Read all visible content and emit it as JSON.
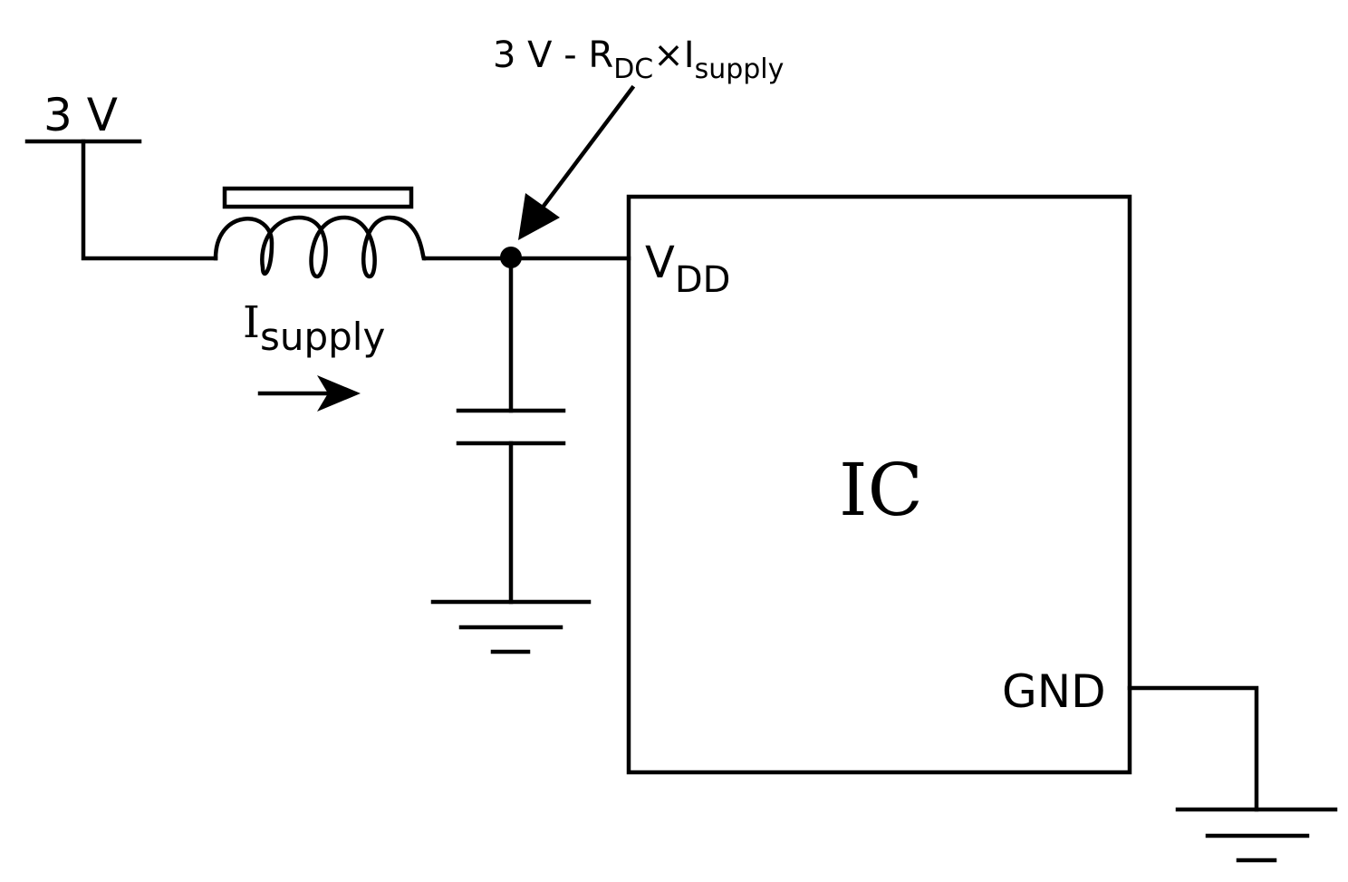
{
  "diagram": {
    "type": "circuit-schematic",
    "supply": {
      "label": "3 V"
    },
    "node_annotation": {
      "prefix": "3 V - R",
      "r_subscript": "DC",
      "times": "×I",
      "i_subscript": "supply"
    },
    "inductor": {
      "current_label": "I",
      "current_subscript": "supply"
    },
    "ic": {
      "label": "IC",
      "pins": {
        "vdd": {
          "main": "V",
          "subscript": "DD"
        },
        "gnd": {
          "label": "GND"
        }
      }
    },
    "components": [
      "supply-rail",
      "inductor-with-core",
      "junction-node",
      "decoupling-capacitor",
      "ground",
      "ic-block",
      "ground"
    ]
  }
}
